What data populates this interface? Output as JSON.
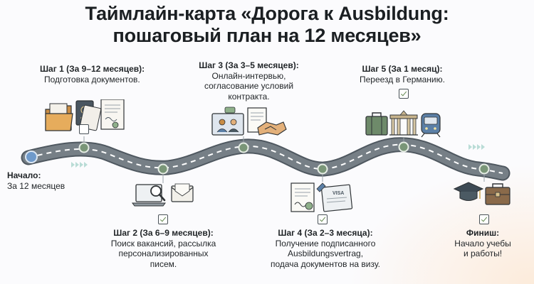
{
  "title": {
    "line1": "Таймлайн-карта «Дорога к Ausbildung:",
    "line2": "пошаговый план на 12 месяцев»"
  },
  "start": {
    "heading": "Начало:",
    "text": "За 12 месяцев"
  },
  "steps": [
    {
      "heading": "Шаг 1 (За 9–12 месяцев):",
      "lines": [
        "Подготовка документов."
      ],
      "checked": false,
      "icons": [
        "folder-icon",
        "passport-icon",
        "certificate-icon"
      ]
    },
    {
      "heading": "Шаг 2 (За 6–9 месяцев):",
      "lines": [
        "Поиск вакансий, рассылка",
        "персонализированных",
        "писем."
      ],
      "checked": true,
      "icons": [
        "laptop-search-icon",
        "envelope-icon"
      ]
    },
    {
      "heading": "Шаг 3 (За 3–5 месяцев):",
      "lines": [
        "Онлайн-интервью,",
        "согласование условий",
        "контракта."
      ],
      "checked": false,
      "icons": [
        "video-call-icon",
        "contract-icon",
        "handshake-icon"
      ]
    },
    {
      "heading": "Шаг 4 (За 2–3 месяца):",
      "lines": [
        "Получение подписанного",
        "Ausbildungsvertrag,",
        "подача документов на визу."
      ],
      "checked": true,
      "icons": [
        "signed-contract-icon",
        "visa-document-icon"
      ],
      "visa_label": "VISA"
    },
    {
      "heading": "Шаг 5 (За 1 месяц):",
      "lines": [
        "Переезд в Германию."
      ],
      "checked": true,
      "icons": [
        "suitcase-icon",
        "brandenburg-gate-icon",
        "train-icon"
      ]
    }
  ],
  "finish": {
    "heading": "Финиш:",
    "lines": [
      "Начало учебы",
      "и работы!"
    ],
    "checked": true,
    "icons": [
      "graduation-cap-icon",
      "briefcase-icon"
    ]
  },
  "colors": {
    "road": "#6f787f",
    "road_edge": "#4f5860",
    "dash": "#ffffff",
    "milestone": "#7a9678",
    "milestone_ring": "#e6ede5",
    "arrows": "#b9dcd6",
    "check": "#63884f"
  }
}
